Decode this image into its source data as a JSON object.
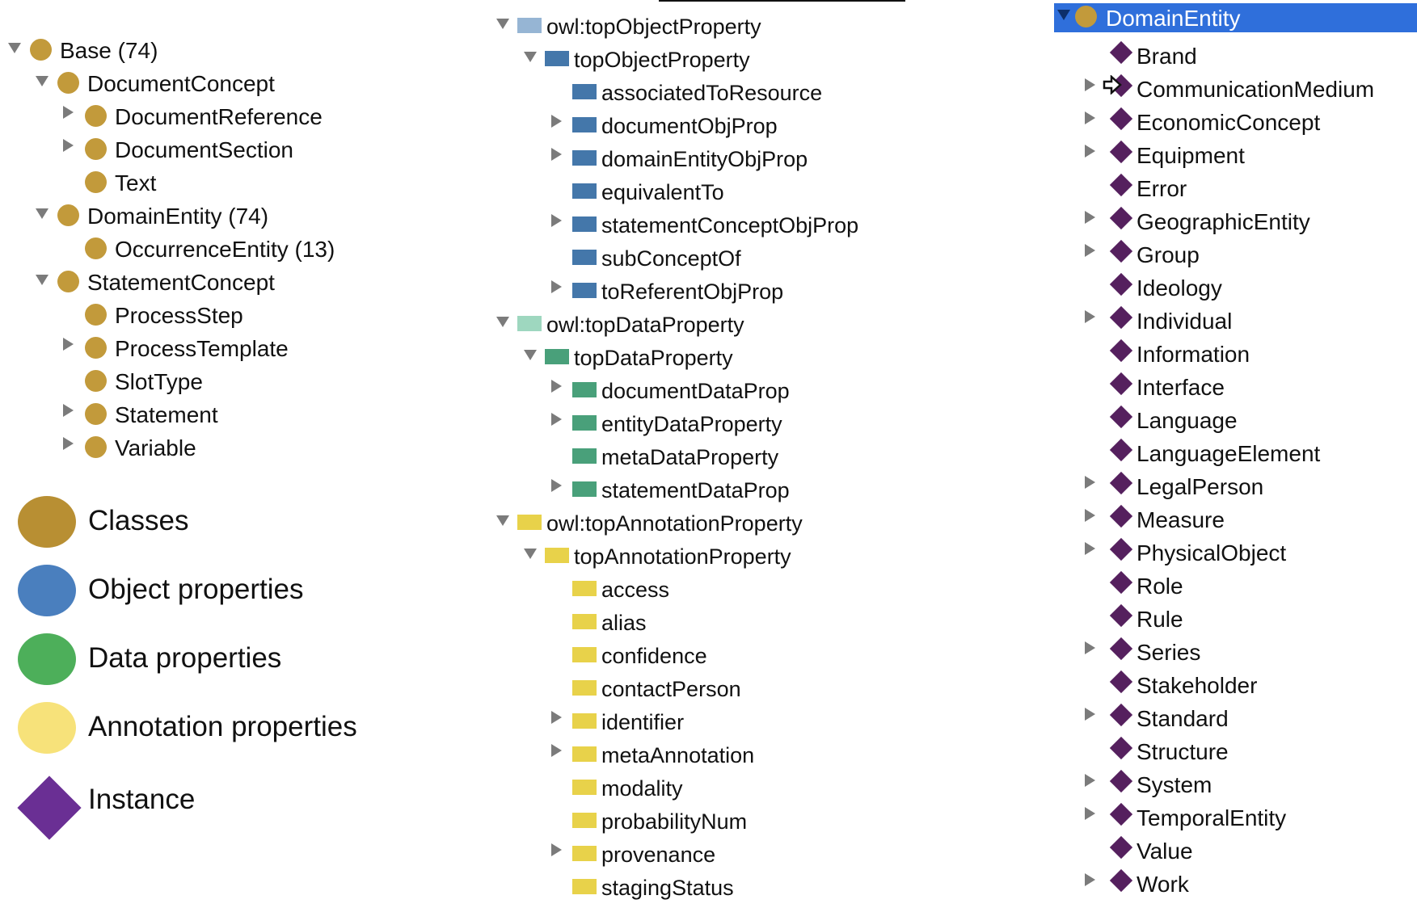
{
  "colors": {
    "class": "#c29a3b",
    "object_property": "#4477aa",
    "object_property_root": "#96b5d4",
    "data_property": "#49a07a",
    "data_property_root": "#9ed7bf",
    "annotation_property": "#e8d24a",
    "instance": "#55205e",
    "selection": "#2f6fdb"
  },
  "class_tree": [
    {
      "label": "Base  (74)",
      "depth": 0,
      "toggle": "expanded"
    },
    {
      "label": "DocumentConcept",
      "depth": 1,
      "toggle": "expanded"
    },
    {
      "label": "DocumentReference",
      "depth": 2,
      "toggle": "collapsed"
    },
    {
      "label": "DocumentSection",
      "depth": 2,
      "toggle": "collapsed"
    },
    {
      "label": "Text",
      "depth": 2,
      "toggle": "none"
    },
    {
      "label": "DomainEntity  (74)",
      "depth": 1,
      "toggle": "expanded"
    },
    {
      "label": "OccurrenceEntity  (13)",
      "depth": 2,
      "toggle": "none"
    },
    {
      "label": "StatementConcept",
      "depth": 1,
      "toggle": "expanded"
    },
    {
      "label": "ProcessStep",
      "depth": 2,
      "toggle": "none"
    },
    {
      "label": "ProcessTemplate",
      "depth": 2,
      "toggle": "collapsed"
    },
    {
      "label": "SlotType",
      "depth": 2,
      "toggle": "none"
    },
    {
      "label": "Statement",
      "depth": 2,
      "toggle": "collapsed"
    },
    {
      "label": "Variable",
      "depth": 2,
      "toggle": "collapsed"
    }
  ],
  "legend": [
    {
      "label": "Classes",
      "shape": "circle",
      "color": "#b88f33"
    },
    {
      "label": "Object properties",
      "shape": "circle",
      "color": "#4a7fbe"
    },
    {
      "label": "Data properties",
      "shape": "circle",
      "color": "#4daf5a"
    },
    {
      "label": "Annotation properties",
      "shape": "circle",
      "color": "#f7e27a"
    },
    {
      "label": "Instance",
      "shape": "diamond",
      "color": "#6a2f94"
    }
  ],
  "property_tree": [
    {
      "label": "owl:topObjectProperty",
      "depth": 0,
      "toggle": "expanded",
      "kind": "object_root"
    },
    {
      "label": "topObjectProperty",
      "depth": 1,
      "toggle": "expanded",
      "kind": "object"
    },
    {
      "label": "associatedToResource",
      "depth": 2,
      "toggle": "none",
      "kind": "object"
    },
    {
      "label": "documentObjProp",
      "depth": 2,
      "toggle": "collapsed",
      "kind": "object"
    },
    {
      "label": "domainEntityObjProp",
      "depth": 2,
      "toggle": "collapsed",
      "kind": "object"
    },
    {
      "label": "equivalentTo",
      "depth": 2,
      "toggle": "none",
      "kind": "object"
    },
    {
      "label": "statementConceptObjProp",
      "depth": 2,
      "toggle": "collapsed",
      "kind": "object"
    },
    {
      "label": "subConceptOf",
      "depth": 2,
      "toggle": "none",
      "kind": "object"
    },
    {
      "label": "toReferentObjProp",
      "depth": 2,
      "toggle": "collapsed",
      "kind": "object"
    },
    {
      "label": "owl:topDataProperty",
      "depth": 0,
      "toggle": "expanded",
      "kind": "data_root"
    },
    {
      "label": "topDataProperty",
      "depth": 1,
      "toggle": "expanded",
      "kind": "data"
    },
    {
      "label": "documentDataProp",
      "depth": 2,
      "toggle": "collapsed",
      "kind": "data"
    },
    {
      "label": "entityDataProperty",
      "depth": 2,
      "toggle": "collapsed",
      "kind": "data"
    },
    {
      "label": "metaDataProperty",
      "depth": 2,
      "toggle": "none",
      "kind": "data"
    },
    {
      "label": "statementDataProp",
      "depth": 2,
      "toggle": "collapsed",
      "kind": "data"
    },
    {
      "label": "owl:topAnnotationProperty",
      "depth": 0,
      "toggle": "expanded",
      "kind": "annotation"
    },
    {
      "label": "topAnnotationProperty",
      "depth": 1,
      "toggle": "expanded",
      "kind": "annotation"
    },
    {
      "label": "access",
      "depth": 2,
      "toggle": "none",
      "kind": "annotation"
    },
    {
      "label": "alias",
      "depth": 2,
      "toggle": "none",
      "kind": "annotation"
    },
    {
      "label": "confidence",
      "depth": 2,
      "toggle": "none",
      "kind": "annotation"
    },
    {
      "label": "contactPerson",
      "depth": 2,
      "toggle": "none",
      "kind": "annotation"
    },
    {
      "label": "identifier",
      "depth": 2,
      "toggle": "collapsed",
      "kind": "annotation"
    },
    {
      "label": "metaAnnotation",
      "depth": 2,
      "toggle": "collapsed",
      "kind": "annotation"
    },
    {
      "label": "modality",
      "depth": 2,
      "toggle": "none",
      "kind": "annotation"
    },
    {
      "label": "probabilityNum",
      "depth": 2,
      "toggle": "none",
      "kind": "annotation"
    },
    {
      "label": "provenance",
      "depth": 2,
      "toggle": "collapsed",
      "kind": "annotation"
    },
    {
      "label": "stagingStatus",
      "depth": 2,
      "toggle": "none",
      "kind": "annotation"
    }
  ],
  "instance_tree": {
    "root": {
      "label": "DomainEntity",
      "selected": true,
      "toggle": "expanded"
    },
    "items": [
      {
        "label": "Brand",
        "toggle": "none"
      },
      {
        "label": "CommunicationMedium",
        "toggle": "collapsed",
        "icon": "arrow-outline-icon"
      },
      {
        "label": "EconomicConcept",
        "toggle": "collapsed"
      },
      {
        "label": "Equipment",
        "toggle": "collapsed"
      },
      {
        "label": "Error",
        "toggle": "none"
      },
      {
        "label": "GeographicEntity",
        "toggle": "collapsed"
      },
      {
        "label": "Group",
        "toggle": "collapsed"
      },
      {
        "label": "Ideology",
        "toggle": "none"
      },
      {
        "label": "Individual",
        "toggle": "collapsed"
      },
      {
        "label": "Information",
        "toggle": "none"
      },
      {
        "label": "Interface",
        "toggle": "none"
      },
      {
        "label": "Language",
        "toggle": "none"
      },
      {
        "label": "LanguageElement",
        "toggle": "none"
      },
      {
        "label": "LegalPerson",
        "toggle": "collapsed"
      },
      {
        "label": "Measure",
        "toggle": "collapsed"
      },
      {
        "label": "PhysicalObject",
        "toggle": "collapsed"
      },
      {
        "label": "Role",
        "toggle": "none"
      },
      {
        "label": "Rule",
        "toggle": "none"
      },
      {
        "label": "Series",
        "toggle": "collapsed"
      },
      {
        "label": "Stakeholder",
        "toggle": "none"
      },
      {
        "label": "Standard",
        "toggle": "collapsed"
      },
      {
        "label": "Structure",
        "toggle": "none"
      },
      {
        "label": "System",
        "toggle": "collapsed"
      },
      {
        "label": "TemporalEntity",
        "toggle": "collapsed"
      },
      {
        "label": "Value",
        "toggle": "none"
      },
      {
        "label": "Work",
        "toggle": "collapsed"
      }
    ]
  }
}
